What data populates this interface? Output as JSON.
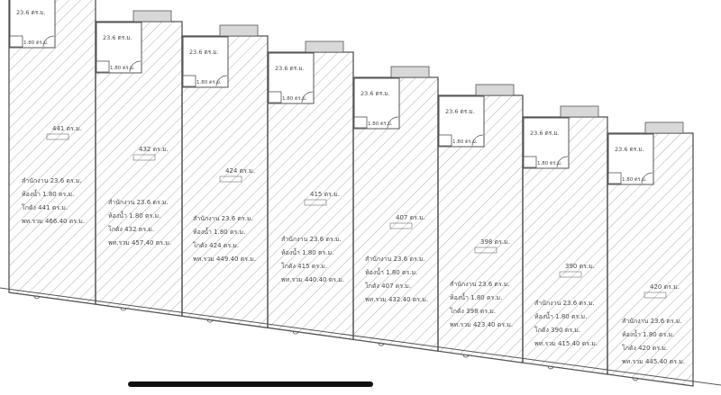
{
  "units": [
    {
      "id": "u1",
      "area_label": "441 ตร.ม.",
      "office_label": "23.6 ตร.ม.",
      "toilet_label": "1.80 ตร.ม.",
      "details": [
        "สำนักงาน 23.6 ตร.ม.",
        "ห้องน้ำ 1.80 ตร.ม.",
        "โกดัง 441 ตร.ม.",
        "พท.รวม 466.40 ตร.ม."
      ]
    },
    {
      "id": "u2",
      "area_label": "432 ตร.ม.",
      "office_label": "23.6 ตร.ม.",
      "toilet_label": "1.80 ตร.ม.",
      "details": [
        "สำนักงาน 23.6 ตร.ม.",
        "ห้องน้ำ 1.80 ตร.ม.",
        "โกดัง 432 ตร.ม.",
        "พท.รวม 457.40 ตร.ม."
      ]
    },
    {
      "id": "u3",
      "area_label": "424 ตร.ม.",
      "office_label": "23.6 ตร.ม.",
      "toilet_label": "1.80 ตร.ม.",
      "details": [
        "สำนักงาน 23.6 ตร.ม.",
        "ห้องน้ำ 1.80 ตร.ม.",
        "โกดัง 424 ตร.ม.",
        "พท.รวม 449.40 ตร.ม."
      ]
    },
    {
      "id": "u4",
      "area_label": "415 ตร.ม.",
      "office_label": "23.6 ตร.ม.",
      "toilet_label": "1.80 ตร.ม.",
      "details": [
        "สำนักงาน 23.6 ตร.ม.",
        "ห้องน้ำ 1.80 ตร.ม.",
        "โกดัง 415 ตร.ม.",
        "พท.รวม 440.40 ตร.ม."
      ]
    },
    {
      "id": "u5",
      "area_label": "407 ตร.ม.",
      "office_label": "23.6 ตร.ม.",
      "toilet_label": "1.80 ตร.ม.",
      "details": [
        "สำนักงาน 23.6 ตร.ม.",
        "ห้องน้ำ 1.80 ตร.ม.",
        "โกดัง 407 ตร.ม.",
        "พท.รวม 432.40 ตร.ม."
      ]
    },
    {
      "id": "u6",
      "area_label": "398 ตร.ม.",
      "office_label": "23.6 ตร.ม.",
      "toilet_label": "1.80 ตร.ม.",
      "details": [
        "สำนักงาน 23.6 ตร.ม.",
        "ห้องน้ำ 1.80 ตร.ม.",
        "โกดัง 398 ตร.ม.",
        "พท.รวม 423.40 ตร.ม."
      ]
    },
    {
      "id": "u7",
      "area_label": "390 ตร.ม.",
      "office_label": "23.6 ตร.ม.",
      "toilet_label": "1.80 ตร.ม.",
      "details": [
        "สำนักงาน 23.6 ตร.ม.",
        "ห้องน้ำ 1.80 ตร.ม.",
        "โกดัง 390 ตร.ม.",
        "พท.รวม 415.40 ตร.ม."
      ]
    },
    {
      "id": "u8",
      "area_label": "420 ตร.ม.",
      "office_label": "23.6 ตร.ม.",
      "toilet_label": "1.80 ตร.ม.",
      "details": [
        "สำนักงาน 23.6 ตร.ม.",
        "ห้องน้ำ 1.80 ตร.ม.",
        "โกดัง 420 ตร.ม.",
        "พท.รวม 445.40 ตร.ม."
      ]
    }
  ],
  "colors": {
    "line": "#555555",
    "hatch": "#9a9a9a",
    "text": "#4a4a4a",
    "bg": "#ffffff",
    "indicator": "#111111"
  }
}
